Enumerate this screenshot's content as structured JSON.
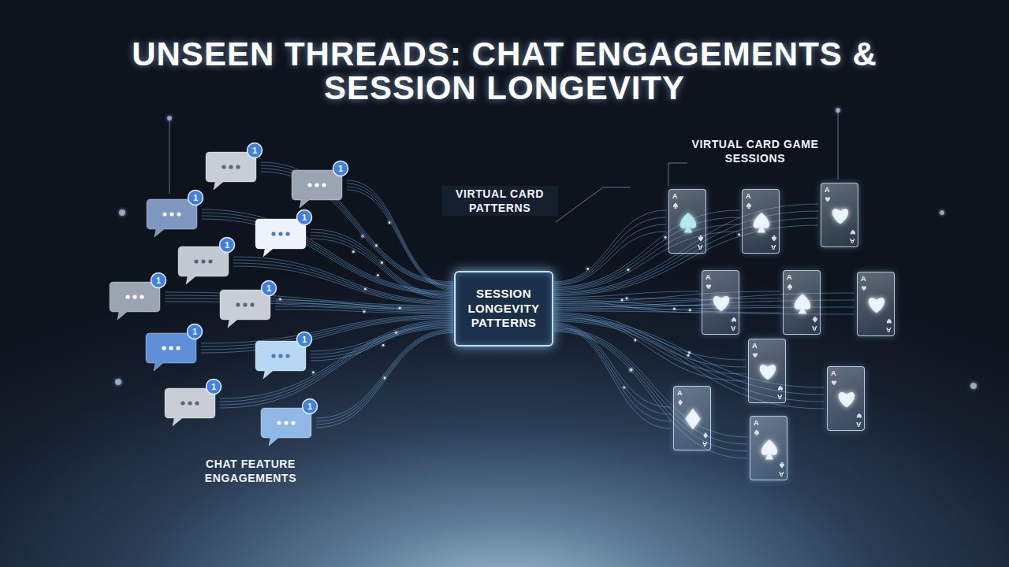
{
  "diagram": {
    "title": "UNSEEN THREADS: CHAT ENGAGEMENTS & SESSION LONGEVITY",
    "nodes": [
      {
        "text": [
          "SESSION LONGEVITY PATTERNS"
        ]
      }
    ],
    "labels": [
      "VIRTUAL CARD GAME SESSIONS",
      "VIRTUAL CARD PATTERNS",
      "CHAT FEATURE ENGAGEMENTS",
      "1",
      "1",
      "1",
      "1",
      "1",
      "1",
      "1",
      "1",
      "1",
      "1",
      "1",
      "A",
      "A",
      "A",
      "A",
      "A",
      "A",
      "A",
      "A",
      "A",
      "A",
      "A",
      "A",
      "A",
      "A",
      "A",
      "A",
      "A",
      "A",
      "A",
      "A"
    ]
  }
}
